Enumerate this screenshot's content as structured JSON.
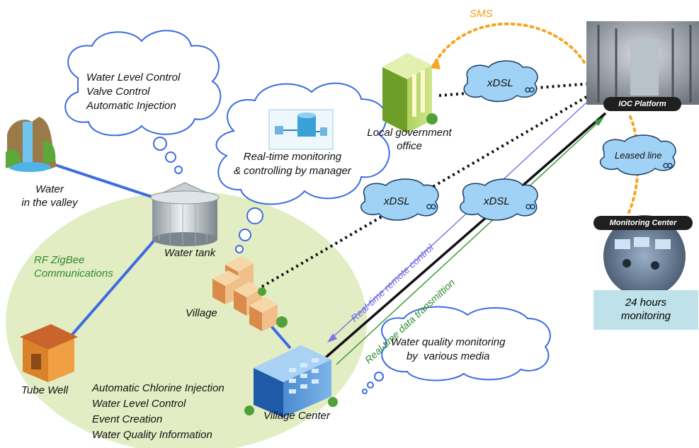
{
  "labels": {
    "sms": "SMS",
    "cloud_top": [
      "Water Level Control",
      "Valve Control",
      "Automatic Injection"
    ],
    "cloud_monitoring": [
      "Real-time monitoring",
      "& controlling by manager"
    ],
    "local_gov": [
      "Local government",
      "office"
    ],
    "xdsl_1": "xDSL",
    "xdsl_2": "xDSL",
    "xdsl_3": "xDSL",
    "leased_line": "Leased line",
    "ioc_platform": "IOC Platform",
    "monitoring_center": "Monitoring Center",
    "hours_box": [
      "24 hours",
      "monitoring"
    ],
    "water_valley": [
      "Water",
      "in the valley"
    ],
    "water_tank": "Water tank",
    "rf_zigbee": [
      "RF ZigBee",
      "Communications"
    ],
    "village": "Village",
    "tube_well": "Tube Well",
    "village_center": "Village Center",
    "functions": [
      "Automatic Chlorine Injection",
      "Water Level Control",
      "Event Creation",
      "Water Quality Information"
    ],
    "remote_control": "Real-time remote control",
    "data_transmission": "Real-time data transmittion",
    "cloud_quality": [
      "Water quality monitoring",
      "by  various media"
    ]
  }
}
